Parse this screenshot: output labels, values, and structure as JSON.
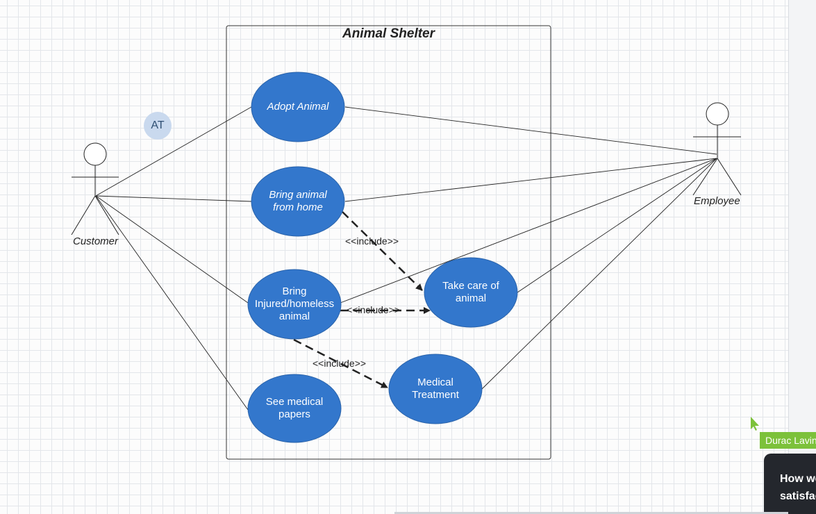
{
  "diagram": {
    "system_title": "Animal Shelter",
    "actors": {
      "customer": "Customer",
      "employee": "Employee"
    },
    "use_cases": {
      "adopt": "Adopt Animal",
      "bring_home": "Bring animal\nfrom home",
      "bring_injured": "Bring\nInjured/homeless\nanimal",
      "see_papers": "See medical\npapers",
      "take_care": "Take care of\nanimal",
      "medical": "Medical\nTreatment"
    },
    "include_label_1": "<<include>>",
    "include_label_2": "<<include>>",
    "include_label_3": "<<include>>"
  },
  "collaborators": {
    "avatar_initials": "AT",
    "cursor_user": "Durac Lavin"
  },
  "feedback": {
    "prompt": "How we\nsatisfac"
  },
  "colors": {
    "use_case_fill": "#3377cc",
    "cursor": "#7cc13a",
    "avatar": "#c9d9ee"
  }
}
